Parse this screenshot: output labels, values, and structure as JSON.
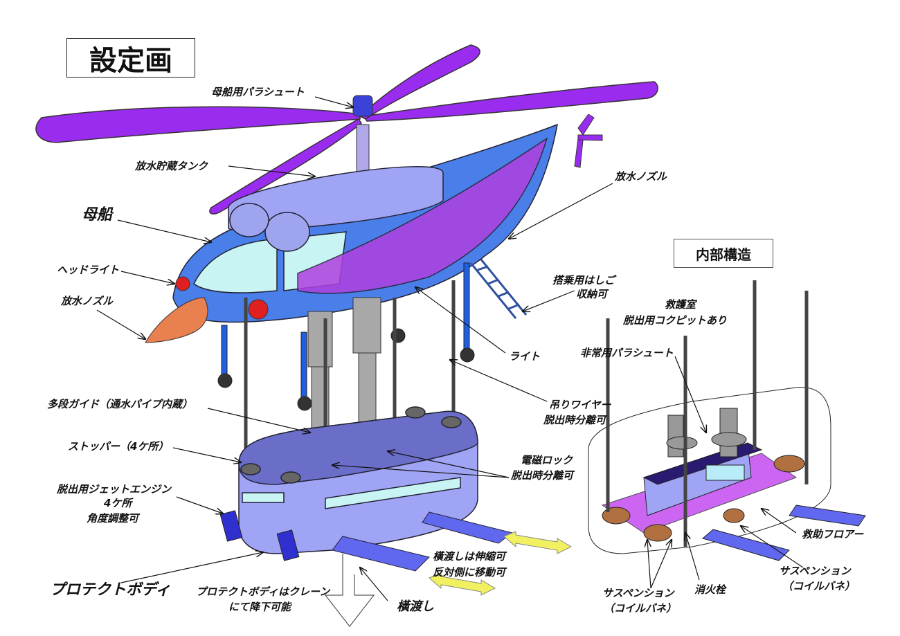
{
  "title": "設定画",
  "inner_structure_title": "内部構造",
  "labels": {
    "mothership_parachute": "母船用パラシュート",
    "water_tank": "放水貯蔵タンク",
    "mothership": "母船",
    "headlight": "ヘッドライト",
    "water_nozzle_left": "放水ノズル",
    "water_nozzle_right": "放水ノズル",
    "ladder_1": "搭乗用はしご",
    "ladder_2": "収納可",
    "light": "ライト",
    "wire_1": "吊りワイヤー",
    "wire_2": "脱出時分離可",
    "guide": "多段ガイド（通水パイプ内蔵）",
    "stopper": "ストッパー（4ケ所）",
    "maglock_1": "電磁ロック",
    "maglock_2": "脱出時分離可",
    "jet_1": "脱出用ジェットエンジン",
    "jet_2": "4ケ所",
    "jet_3": "角度調整可",
    "protect_body": "プロテクトボディ",
    "crane_1": "プロテクトボディはクレーン",
    "crane_2": "にて降下可能",
    "bridge": "橫渡し",
    "bridge_note_1": "橫渡しは伸縮可",
    "bridge_note_2": "反対側に移動可",
    "rescue_room_1": "救護室",
    "rescue_room_2": "脱出用コクピットあり",
    "emergency_parachute": "非常用パラシュート",
    "rescue_floor": "救助フロアー",
    "suspension_right_1": "サスペンション",
    "suspension_right_2": "（コイルバネ）",
    "hydrant": "消火栓",
    "suspension_left_1": "サスペンション",
    "suspension_left_2": "（コイルバネ）"
  },
  "colors": {
    "rotor": "#9a2cf0",
    "body": "#4a7ee8",
    "base": "#a0a4f4",
    "floor": "#c040f0",
    "bridge": "#6068f0",
    "arrow": "#f0f060"
  }
}
